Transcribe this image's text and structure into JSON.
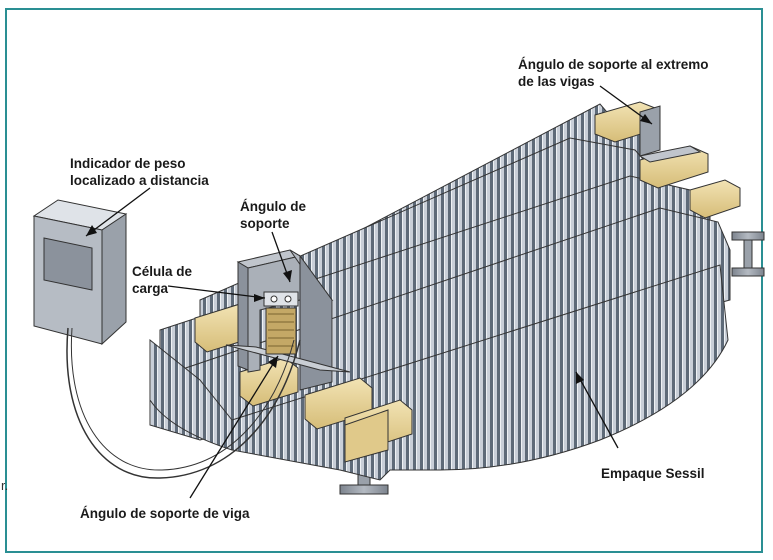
{
  "labels": {
    "remote_indicator_line1": "Indicador de peso",
    "remote_indicator_line2": "localizado a distancia",
    "support_angle_line1": "Ángulo de",
    "support_angle_line2": "soporte",
    "load_cell_line1": "Célula de",
    "load_cell_line2": "carga",
    "end_angle_line1": "Ángulo de soporte al extremo",
    "end_angle_line2": "de las vigas",
    "beam_angle": "Ángulo de soporte de viga",
    "packing": "Empaque Sessil"
  },
  "stray_text": "r.",
  "colors": {
    "frame": "#2a8f93",
    "packing_dark": "#5e6a78",
    "packing_light": "#c9cfd8",
    "beam_wood": "#e8d49a",
    "steel": "#8b929c"
  }
}
